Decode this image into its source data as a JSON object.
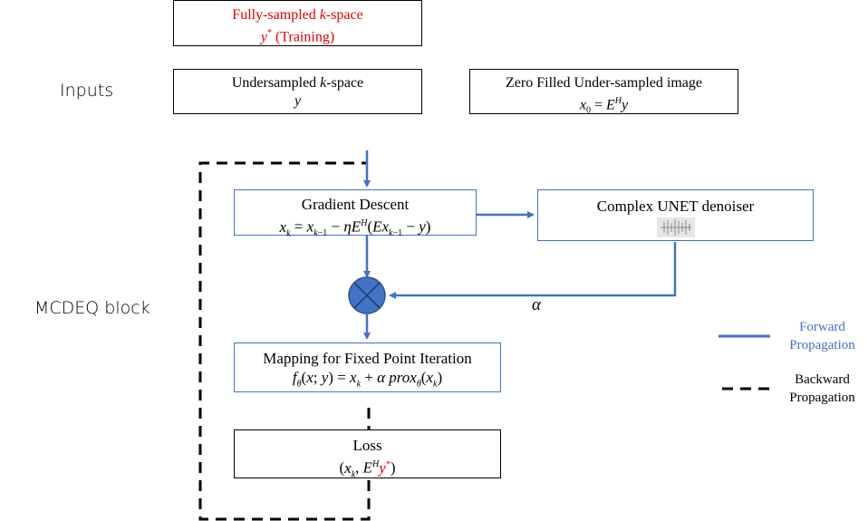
{
  "labels": {
    "inputs": "Inputs",
    "block": "MCDEQ block"
  },
  "boxes": {
    "full": {
      "l1": "Fully-sampled k-space",
      "l2": "y* (Training)"
    },
    "under": {
      "l1": "Undersampled k-space",
      "l2": "y"
    },
    "zero": {
      "l1": "Zero Filled Under-sampled image",
      "l2": "x0 = E^H y"
    },
    "gd": {
      "l1": "Gradient Descent",
      "l2": "xk = xk−1 − ηE^H(Exk−1 − y)"
    },
    "unet": {
      "l1": "Complex UNET denoiser"
    },
    "map": {
      "l1": "Mapping for Fixed Point Iteration",
      "l2": "fθ(x; y) = xk + α proxθ(xk)"
    },
    "loss": {
      "l1": "Loss",
      "l2": "(xk, E^H y*)"
    }
  },
  "alpha": "α",
  "legend": {
    "forward": "Forward Propagation",
    "backward": "Backward Propagation"
  },
  "colors": {
    "forward": "#4472c4",
    "backward": "#000000",
    "training": "#e00000"
  }
}
